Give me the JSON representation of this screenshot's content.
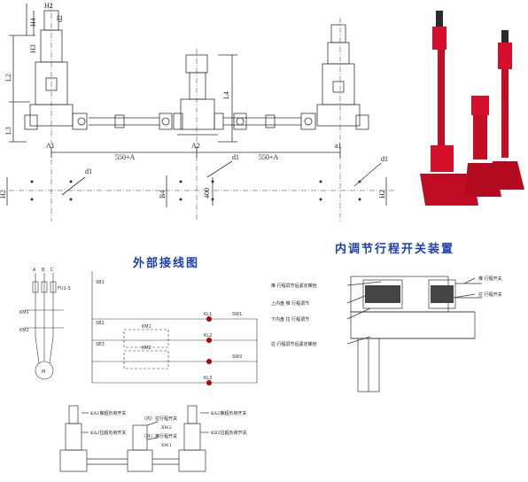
{
  "dimension_drawing": {
    "labels": {
      "h2_top": "H2",
      "h3": "H3",
      "h4": "H4",
      "d2": "d2",
      "l2": "L2",
      "l3": "L3",
      "l4": "L4",
      "a1_left": "A1",
      "a2": "A2",
      "a1_right": "a1",
      "dist_left": "550+A",
      "dist_right": "550+A",
      "d1_a": "d1",
      "d1_b": "d1",
      "d1_c": "d1",
      "h2_left": "H2",
      "b4": "B4",
      "dim_400": "400",
      "h2_right": "H2"
    }
  },
  "wiring": {
    "title": "外部接线图",
    "labels": {
      "a": "A",
      "b": "B",
      "c": "C",
      "fu1": "FU1-3",
      "km1_1": "KM1",
      "km2_1": "KM2",
      "motor": "M",
      "sb1": "SB1",
      "sb2": "SB2",
      "sb3": "SB3",
      "km1_c": "KM1",
      "km2_c": "KM2",
      "kl1": "KL1",
      "kl2": "KL2",
      "kl3": "KL3",
      "sw1": "SW1",
      "sw2": "SW2"
    }
  },
  "limit_switch": {
    "title": "内调节行程开关装置",
    "callouts": [
      "推 行程调节后紧定螺栓",
      "推 行程开关",
      "上内盘 推 行程调节",
      "拉 行程开关",
      "下内盘 拉 行程调节",
      "拉 行程调节后紧定螺栓"
    ]
  },
  "assembly": {
    "callouts": [
      "KA1推超负荷开关",
      "KA2拉超负荷开关",
      "（内）拉行程开关",
      "XW2",
      "（外）推行程开关",
      "XW1",
      "KA2推超负荷开关",
      "KB2拉超负荷开关"
    ]
  },
  "colors": {
    "line": "#333333",
    "title_blue": "#1b3fae",
    "photo_red": "#d4102a",
    "photo_dark": "#2a2a2a"
  }
}
